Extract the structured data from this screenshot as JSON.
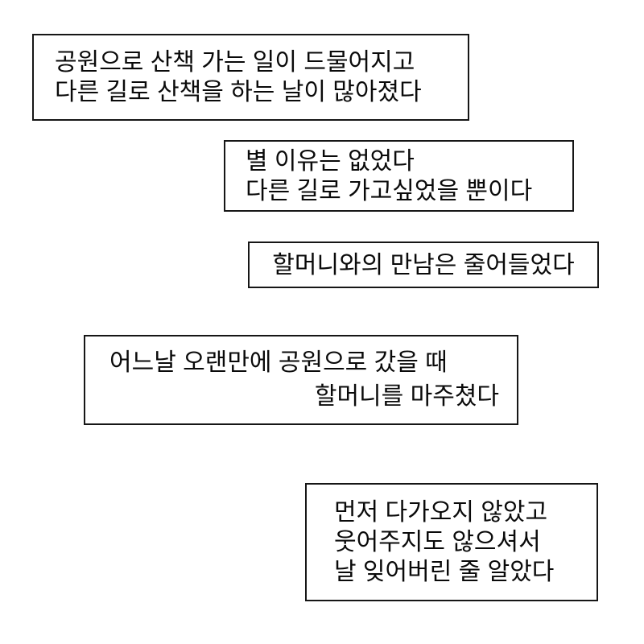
{
  "page": {
    "background_color": "#ffffff",
    "box_border_color": "#161616",
    "text_color": "#0a0a0a"
  },
  "boxes": [
    {
      "id": "box-1",
      "lines": [
        "공원으로 산책 가는 일이 드물어지고",
        "다른 길로 산책을 하는 날이 많아졌다"
      ]
    },
    {
      "id": "box-2",
      "lines": [
        "별 이유는 없었다",
        "다른 길로 가고싶었을 뿐이다"
      ]
    },
    {
      "id": "box-3",
      "lines": [
        "할머니와의 만남은 줄어들었다"
      ]
    },
    {
      "id": "box-4",
      "lines": [
        "어느날 오랜만에 공원으로 갔을 때",
        "할머니를 마주쳤다"
      ]
    },
    {
      "id": "box-5",
      "lines": [
        "먼저 다가오지 않았고",
        "웃어주지도 않으셔서",
        "날 잊어버린 줄 알았다"
      ]
    }
  ]
}
